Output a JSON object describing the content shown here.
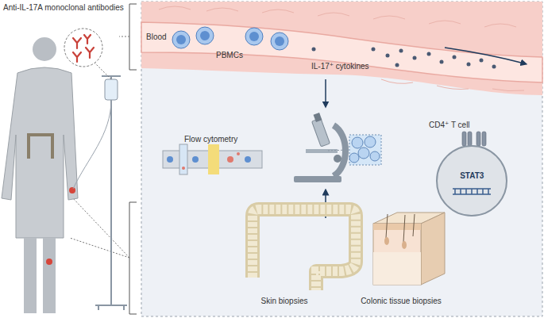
{
  "diagram": {
    "nodes": [
      {
        "text": [
          "CD4⁺ T cell",
          "STAT3"
        ]
      }
    ],
    "labels": [
      "Anti-IL-17A monoclonal antibodies",
      "Blood",
      "PBMCs",
      "IL-17⁺ cytokines",
      "Flow cytometry",
      "Skin biopsies",
      "Colonic tissue biopsies"
    ]
  }
}
